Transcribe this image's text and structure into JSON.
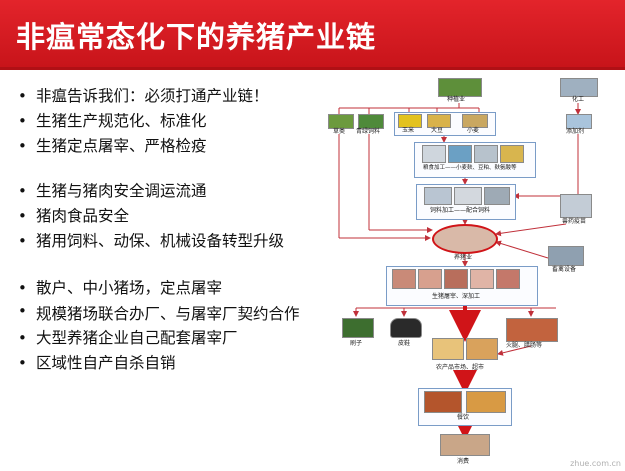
{
  "title": "非瘟常态化下的养猪产业链",
  "bullets": {
    "group1": [
      "非瘟告诉我们：必须打通产业链！",
      "生猪生产规范化、标准化",
      "生猪定点屠宰、严格检疫"
    ],
    "group2": [
      "生猪与猪肉安全调运流通",
      "猪肉食品安全",
      "猪用饲料、动保、机械设备转型升级"
    ],
    "group3": [
      "散户、中小猪场，定点屠宰",
      "规模猪场联合办厂、与屠宰厂契约合作",
      "大型养猪企业自己配套屠宰厂",
      "区域性自产自杀自销"
    ]
  },
  "diagram": {
    "planting": "种植业",
    "chemical": "化工",
    "grass": "草类",
    "silage": "青绿饲料",
    "corn": "玉米",
    "soybean": "大豆",
    "wheat": "小麦",
    "additive": "添加剂",
    "grain_processing": "粮食加工——小麦麸、豆粕、麸氨酸等",
    "feed_processing": "饲料加工——配合饲料",
    "vet_drugs": "兽药疫苗",
    "pig_farming": "养猪业",
    "livestock_equipment": "畜禽设备",
    "slaughter": "生猪屠宰、深加工",
    "brush": "刷子",
    "leather": "皮鞋",
    "ham": "火腿、腊肠等",
    "market": "农产品市场、超市",
    "catering": "餐饮",
    "consumption": "消费",
    "watermark": "zhue.com.cn"
  },
  "colors": {
    "title_bg": "#d41c22",
    "arrow_red": "#d01418",
    "link_line": "#c0303a",
    "box_border": "#7a9cc7"
  }
}
